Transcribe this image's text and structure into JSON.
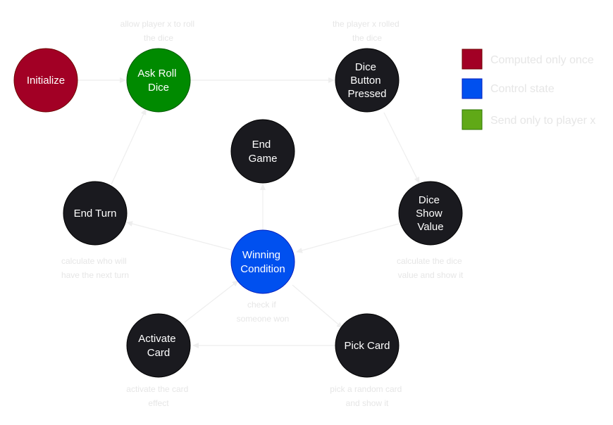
{
  "colors": {
    "init": "#a20025",
    "ask": "#008a00",
    "control": "#0050ef",
    "state": "#1a1a1f",
    "legend_send": "#60a917",
    "edge": "#eeeeee",
    "note": "#e6e6e6"
  },
  "nodes": {
    "initialize": {
      "lines": [
        "Initialize"
      ]
    },
    "ask_roll": {
      "lines": [
        "Ask Roll",
        "Dice"
      ]
    },
    "dice_button": {
      "lines": [
        "Dice",
        "Button",
        "Pressed"
      ]
    },
    "end_game": {
      "lines": [
        "End",
        "Game"
      ]
    },
    "dice_show": {
      "lines": [
        "Dice",
        "Show",
        "Value"
      ]
    },
    "end_turn": {
      "lines": [
        "End Turn"
      ]
    },
    "winning": {
      "lines": [
        "Winning",
        "Condition"
      ]
    },
    "activate": {
      "lines": [
        "Activate",
        "Card"
      ]
    },
    "pick_card": {
      "lines": [
        "Pick Card"
      ]
    }
  },
  "notes": {
    "ask_roll": [
      "allow player x to roll",
      "the dice"
    ],
    "dice_button": [
      "the player x rolled",
      "the dice"
    ],
    "end_turn": [
      "calculate who will",
      "have the next turn"
    ],
    "dice_show": [
      "calculate the dice",
      "value and show it"
    ],
    "winning": [
      "check if",
      "someone won"
    ],
    "activate": [
      "activate the card",
      "effect"
    ],
    "pick_card": [
      "pick a random card",
      "and show it"
    ]
  },
  "legend": [
    {
      "label": "Computed only once",
      "color": "#a20025"
    },
    {
      "label": "Control state",
      "color": "#0050ef"
    },
    {
      "label": "Send only to player x",
      "color": "#60a917"
    }
  ]
}
